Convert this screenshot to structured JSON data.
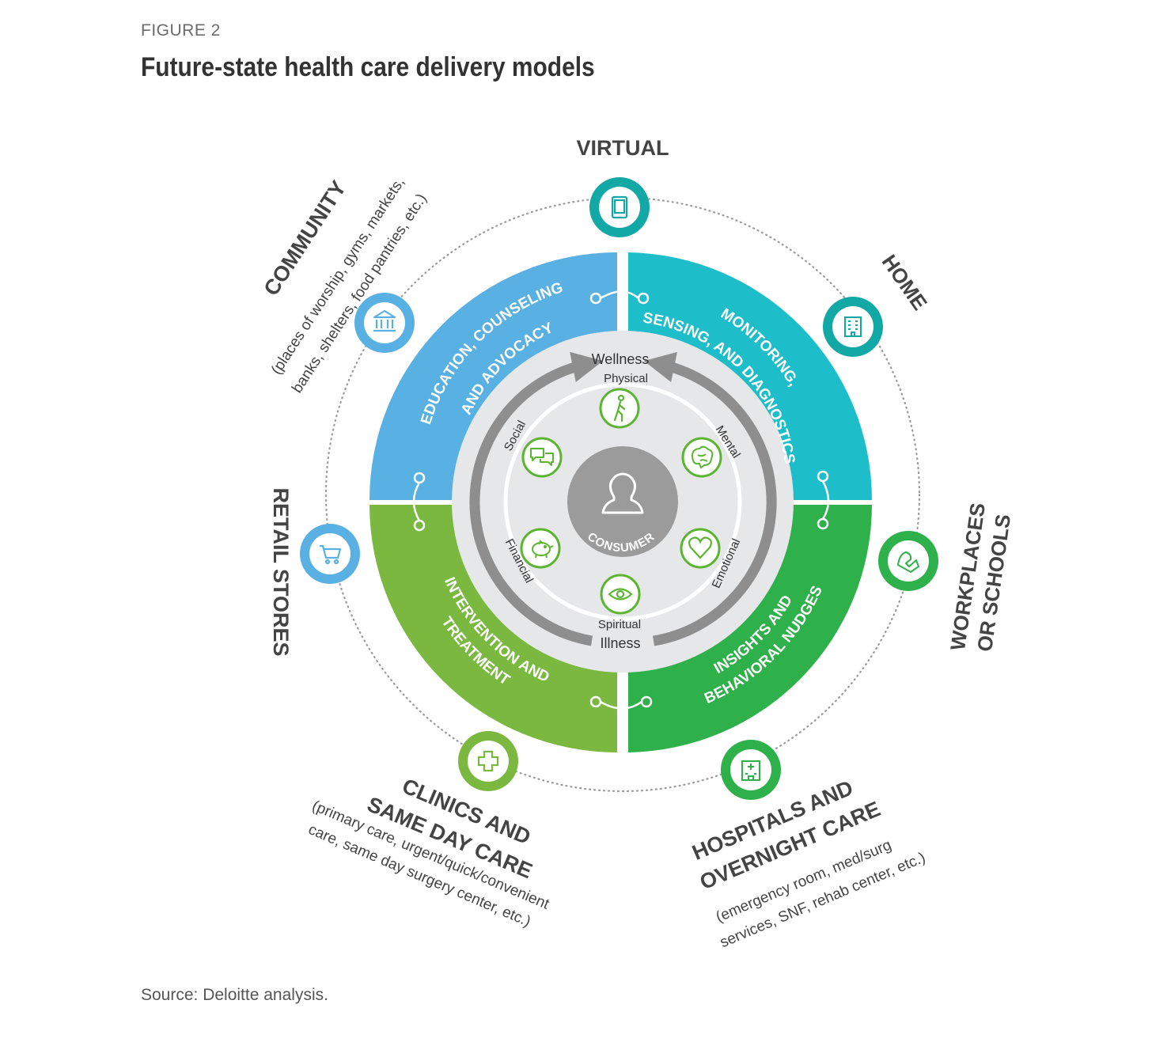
{
  "figure": {
    "label": "FIGURE 2",
    "title": "Future-state health care delivery models",
    "source": "Source: Deloitte analysis."
  },
  "center": {
    "label": "CONSUMER",
    "icon": "person-outline-icon"
  },
  "arc": {
    "top": "Wellness",
    "bottom": "Illness"
  },
  "dimensions": [
    {
      "label": "Physical",
      "icon": "walking-person-icon"
    },
    {
      "label": "Mental",
      "icon": "brain-icon"
    },
    {
      "label": "Emotional",
      "icon": "heart-icon"
    },
    {
      "label": "Spiritual",
      "icon": "eye-icon"
    },
    {
      "label": "Financial",
      "icon": "piggy-bank-icon"
    },
    {
      "label": "Social",
      "icon": "chat-bubbles-icon"
    }
  ],
  "quadrants": {
    "top_left": {
      "line1": "EDUCATION, COUNSELING",
      "line2": "AND ADVOCACY",
      "color": "#58b0e3"
    },
    "top_right": {
      "line1": "MONITORING,",
      "line2": "SENSING, AND DIAGNOSTICS",
      "color": "#1dbdc9"
    },
    "bottom_right": {
      "line1": "INSIGHTS AND",
      "line2": "BEHAVIORAL NUDGES",
      "color": "#2eb04b"
    },
    "bottom_left": {
      "line1": "INTERVENTION AND",
      "line2": "TREATMENT",
      "color": "#7ab840"
    }
  },
  "settings": [
    {
      "name": "VIRTUAL",
      "icon": "tablet-icon",
      "color": "#12a8a6"
    },
    {
      "name": "HOME",
      "icon": "building-icon",
      "color": "#12a8a6"
    },
    {
      "name_line1": "WORKPLACES",
      "name_line2": "OR SCHOOLS",
      "icon": "handshake-icon",
      "color": "#2eb04b"
    },
    {
      "name_line1": "HOSPITALS AND",
      "name_line2": "OVERNIGHT CARE",
      "detail_line1": "(emergency room, med/surg",
      "detail_line2": "services, SNF, rehab center, etc.)",
      "icon": "hospital-icon",
      "color": "#2eb04b"
    },
    {
      "name_line1": "CLINICS AND",
      "name_line2": "SAME DAY CARE",
      "detail_line1": "(primary care, urgent/quick/convenient",
      "detail_line2": "care, same day surgery center, etc.)",
      "icon": "medical-cross-icon",
      "color": "#7ab840"
    },
    {
      "name": "RETAIL STORES",
      "icon": "shopping-cart-icon",
      "color": "#58b0e3"
    },
    {
      "name": "COMMUNITY",
      "detail_line1": "(places of worship, gyms, markets,",
      "detail_line2": "banks, shelters, food pantries, etc.)",
      "icon": "bank-icon",
      "color": "#58b0e3"
    }
  ],
  "colors": {
    "blue": "#58b0e3",
    "teal": "#1dbdc9",
    "green": "#2eb04b",
    "lime": "#7ab840",
    "center_gray": "#9b9b9b",
    "ring_gray": "#e6e7e8",
    "arc_gray": "#8e8e8e",
    "icon_green": "#5cb531"
  }
}
